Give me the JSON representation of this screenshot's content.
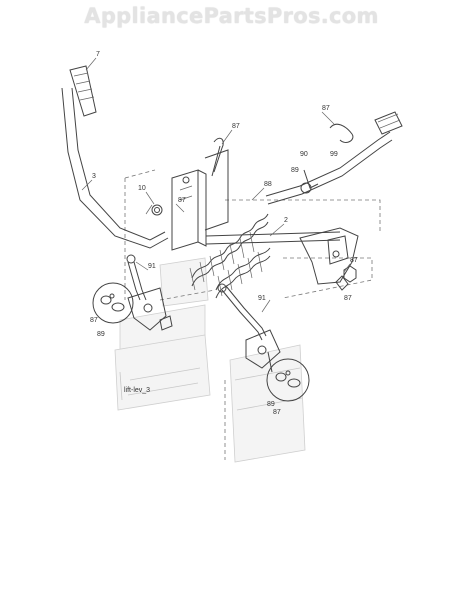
{
  "watermark": "AppliancePartsPros.com",
  "figure_code": "lift-lev_3",
  "callouts": {
    "c7": "7",
    "c3": "3",
    "c10": "10",
    "c87a": "87",
    "c87b": "87",
    "c87c": "87",
    "c87d": "87",
    "c87e": "87",
    "c87f": "87",
    "c87g": "87",
    "c88": "88",
    "c2": "2",
    "c91a": "91",
    "c91b": "91",
    "c89a": "89",
    "c89b": "89",
    "c90": "90",
    "c99": "99",
    "c89c": "89"
  }
}
